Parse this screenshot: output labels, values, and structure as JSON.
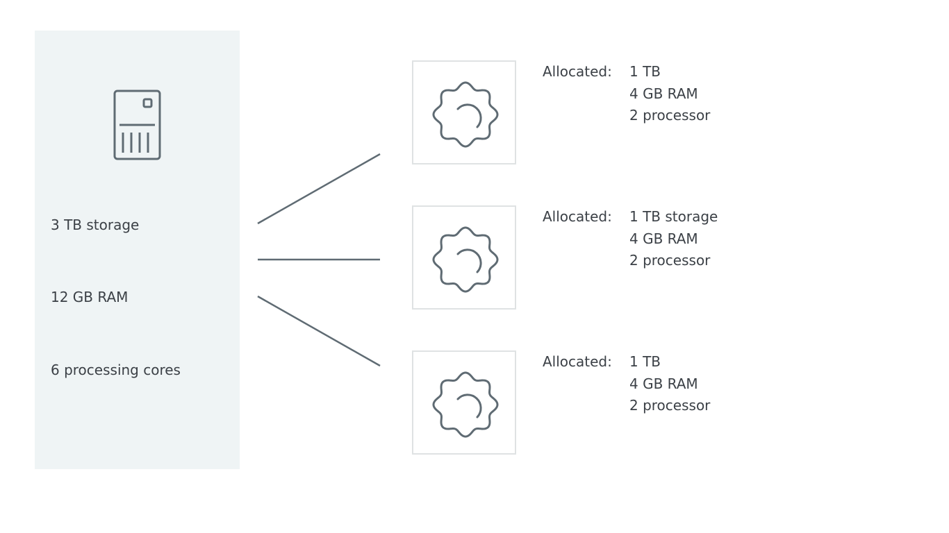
{
  "host": {
    "icon": "server-icon",
    "resources": [
      "3 TB storage",
      "12 GB RAM",
      "6 processing cores"
    ]
  },
  "vms": [
    {
      "icon": "gear-icon",
      "label": "Allocated:",
      "values": [
        "1 TB",
        "4 GB RAM",
        "2 processor"
      ]
    },
    {
      "icon": "gear-icon",
      "label": "Allocated:",
      "values": [
        "1 TB storage",
        "4 GB RAM",
        "2 processor"
      ]
    },
    {
      "icon": "gear-icon",
      "label": "Allocated:",
      "values": [
        "1 TB",
        "4 GB RAM",
        "2 processor"
      ]
    }
  ],
  "colors": {
    "panel": "#eff4f5",
    "stroke": "#5f6b73",
    "text": "#3b4046"
  }
}
